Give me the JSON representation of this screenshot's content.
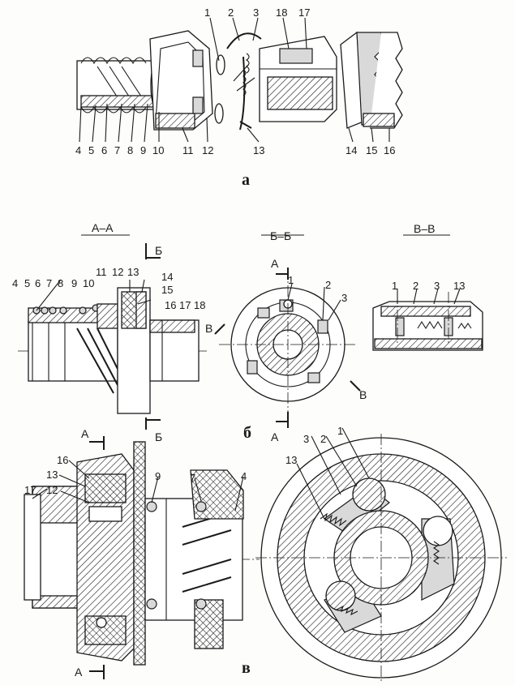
{
  "figure": {
    "panel_a": {
      "letter": "а",
      "top_labels": [
        "1",
        "2",
        "3",
        "18",
        "17"
      ],
      "bottom_labels": [
        "4",
        "5",
        "6",
        "7",
        "8",
        "9",
        "10",
        "11",
        "12",
        "13",
        "14",
        "15",
        "16"
      ]
    },
    "panel_b": {
      "letter": "б",
      "section_titles": [
        "А–А",
        "Б–Б",
        "В–В"
      ],
      "left_labels": [
        "4",
        "5",
        "6",
        "7",
        "8",
        "9",
        "10",
        "11",
        "12",
        "13",
        "14",
        "15",
        "16",
        "17",
        "18"
      ],
      "cut_marks": {
        "b_top": "Б",
        "b_bottom": "Б",
        "v_left": "В",
        "v_right": "В",
        "a_top": "А",
        "a_bottom": "А"
      },
      "middle_labels": [
        "1",
        "2",
        "3"
      ],
      "right_labels": [
        "1",
        "2",
        "3",
        "13"
      ]
    },
    "panel_v": {
      "letter": "в",
      "cut_marks": {
        "a_top": "А",
        "a_bottom": "А"
      },
      "left_labels": [
        "16",
        "13",
        "12",
        "17",
        "9",
        "7",
        "4"
      ],
      "right_labels": [
        "13",
        "3",
        "2",
        "1"
      ]
    }
  }
}
